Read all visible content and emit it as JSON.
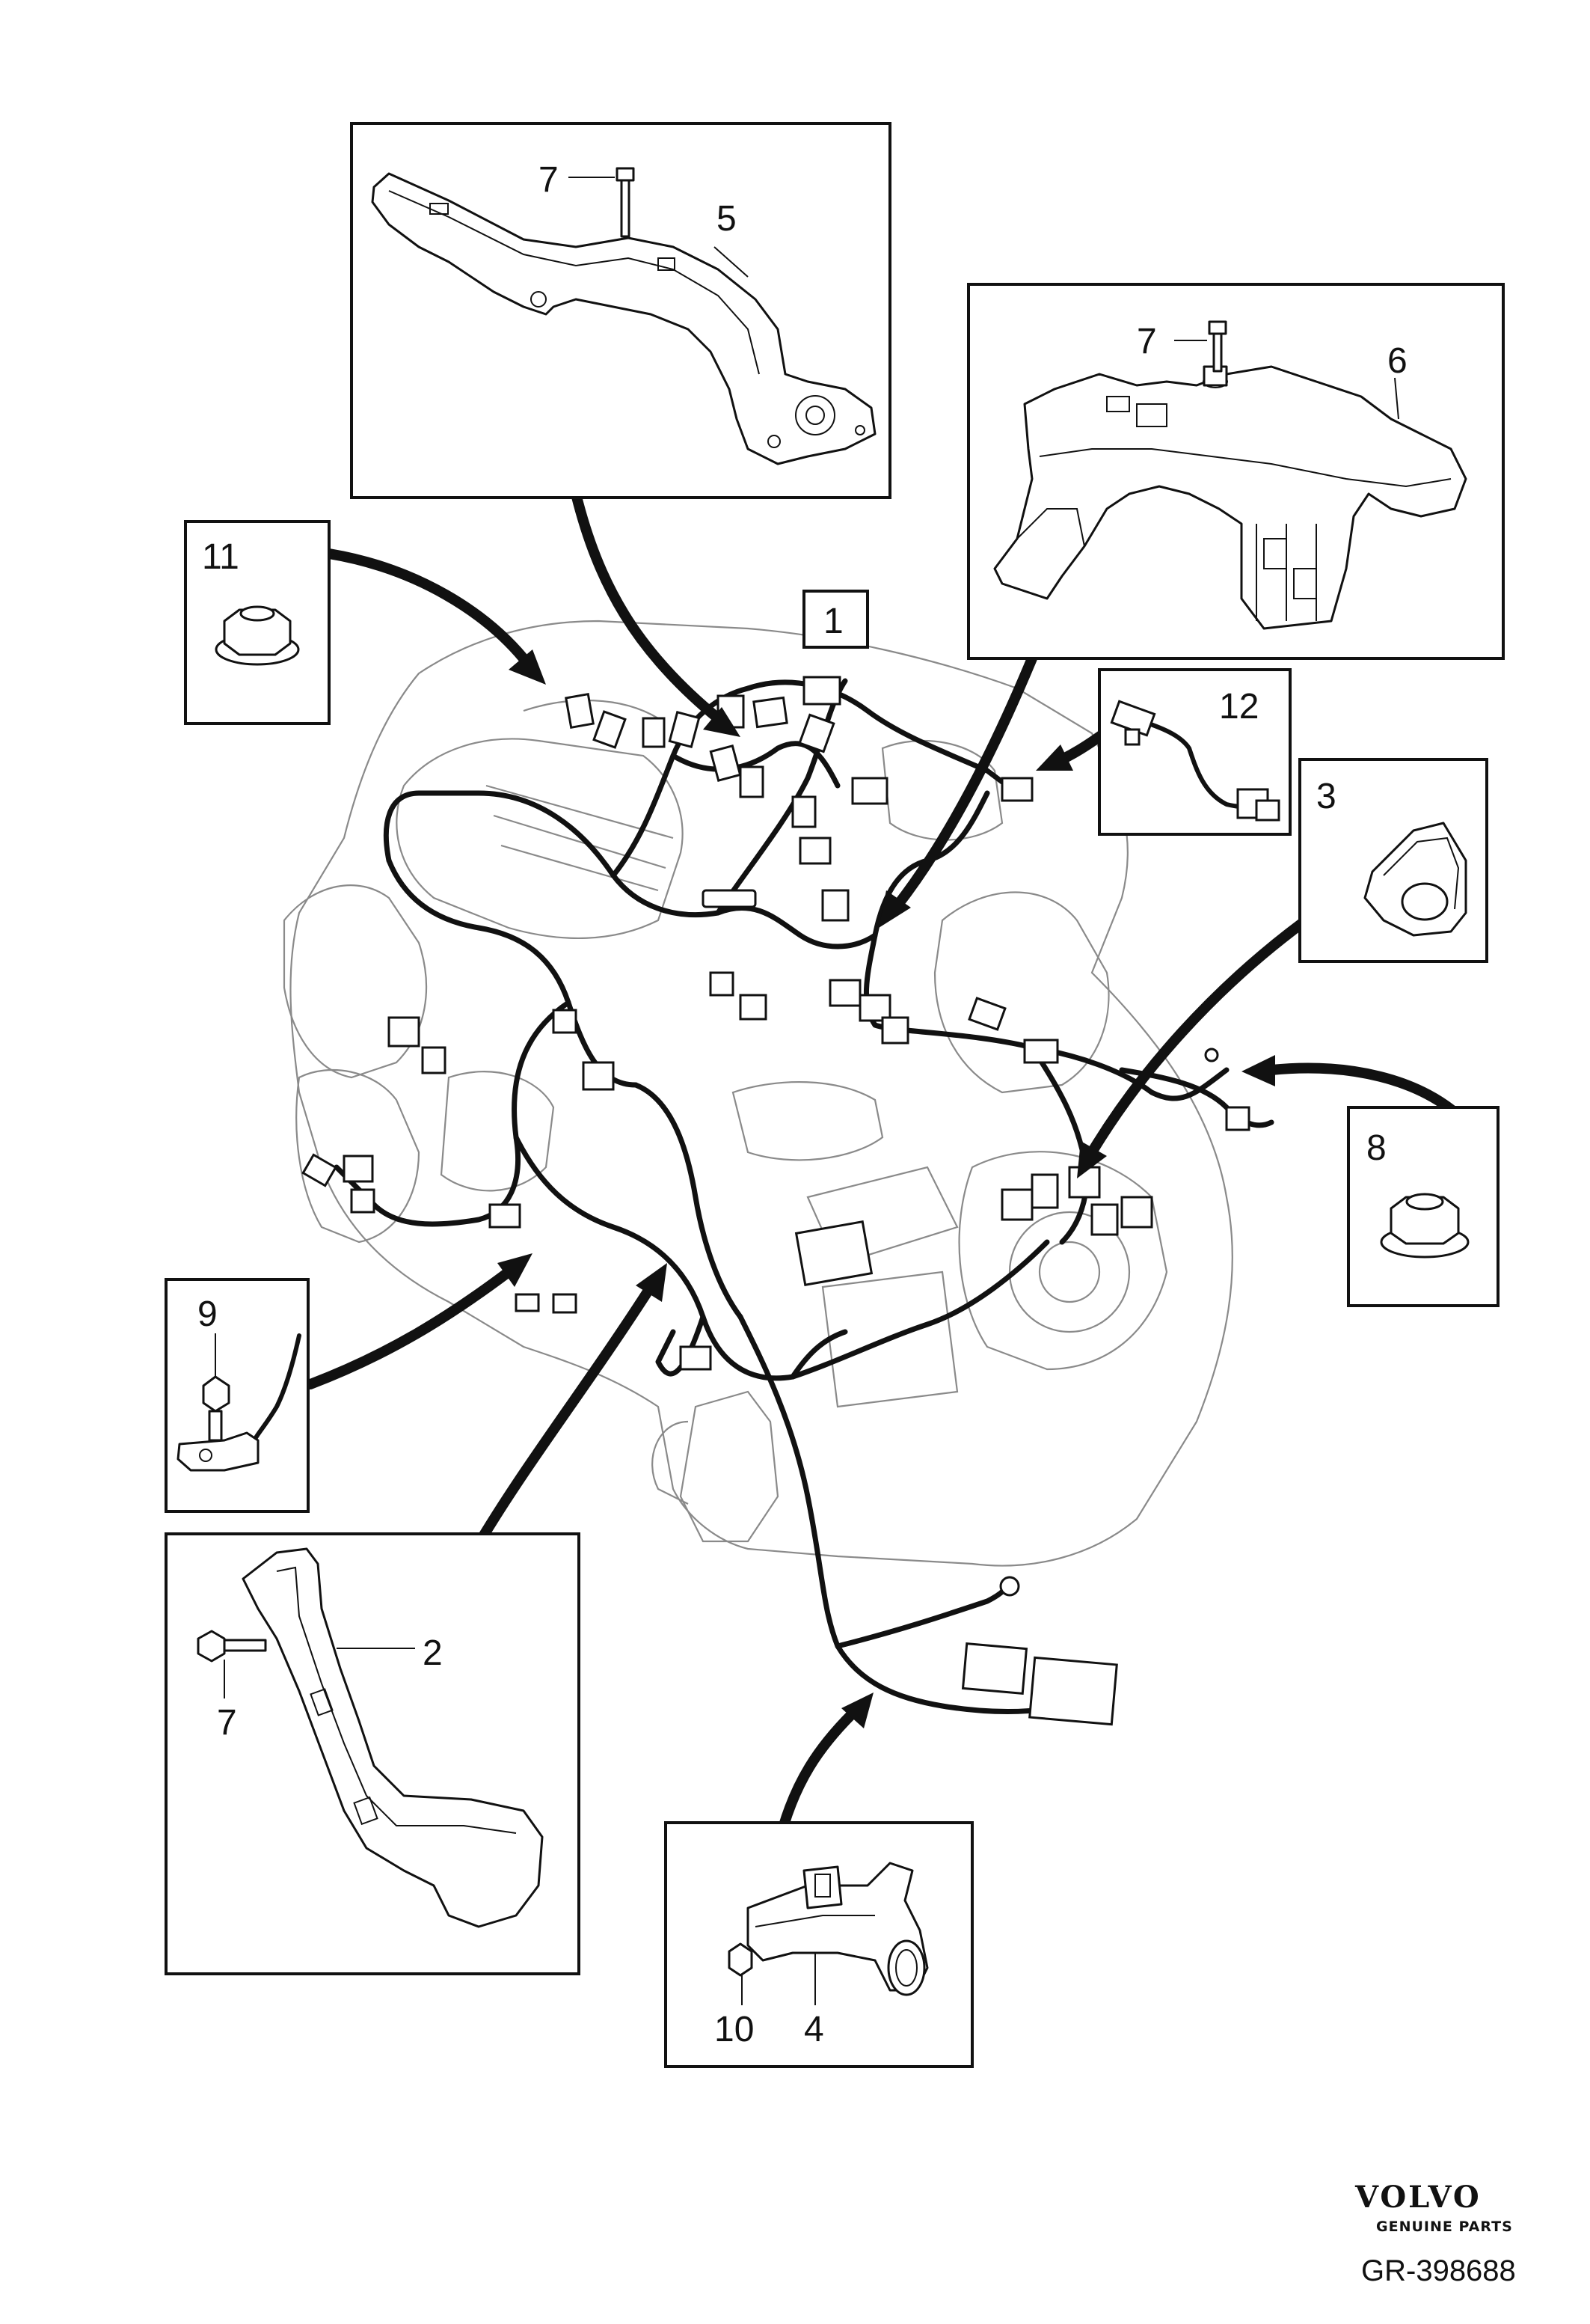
{
  "diagram": {
    "callouts": {
      "part_1": "1",
      "part_2": "2",
      "part_3": "3",
      "part_4": "4",
      "part_5": "5",
      "part_6": "6",
      "part_7_a": "7",
      "part_7_b": "7",
      "part_7_c": "7",
      "part_8": "8",
      "part_9": "9",
      "part_10": "10",
      "part_11": "11",
      "part_12": "12"
    }
  },
  "branding": {
    "logo_text": "VOLVO",
    "logo_subtext": "GENUINE PARTS",
    "reference": "GR-398688"
  }
}
